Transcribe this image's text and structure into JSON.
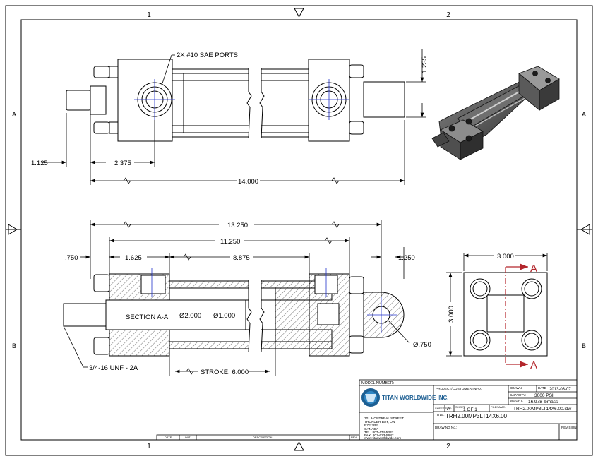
{
  "zones": {
    "col1": "1",
    "col2": "2",
    "rowA": "A",
    "rowB": "B"
  },
  "top_view": {
    "ports_note": "2X #10 SAE PORTS",
    "dim_rod_ext": "1.125",
    "dim_port_loc": "2.375",
    "dim_overall": "14.000",
    "dim_rod_height": "1.235"
  },
  "section_view": {
    "label": "SECTION A-A",
    "dim_overall_13": "13.250",
    "dim_11": "11.250",
    "dim_750": ".750",
    "dim_1625": "1.625",
    "dim_8875": "8.875",
    "dim_1250": "1.250",
    "bore": "Ø2.000",
    "rod": "Ø1.000",
    "pin": "Ø.750",
    "thread": "3/4-16 UNF - 2A",
    "stroke": "STROKE: 6.000"
  },
  "end_view": {
    "width": "3.000",
    "height": "3.000",
    "section_mark": "A"
  },
  "title_block": {
    "model_number": "MODEL NUMBER:",
    "company": "TITAN WORLDWIDE INC.",
    "address": [
      "701 MONTREAL STREET",
      "THUNDER BAY, ON",
      "P7E 3P2",
      "CANADA",
      "TEL: 807-474-5337",
      "FAX: 807-623-5682",
      "www.titanworldwide.com"
    ],
    "project_label": "PROJECT/CUSTOMER INFO:",
    "drawn_label": "DRAWN",
    "date_label": "DATE",
    "date_value": "2013-03-07",
    "capacity_label": "CAPACITY:",
    "capacity_value": "3000 PSI",
    "weight_label": "WEIGHT:",
    "weight_value": "16.978 lbmass",
    "sheet_size_label": "SHEET SIZE:",
    "sheet_size_value": "A",
    "sheet_label": "SHEET:",
    "sheet_value": "1  OF  1",
    "filename_label": "FILENAME:",
    "filename_value": "TRH2.00MP3LT14X6.00.idw",
    "title_label": "TITLE:",
    "title_value": "TRH2.00MP3LT14X6.00",
    "drawing_no_label": "DRAWING No.:",
    "revision_label": "REVISION",
    "rev_cols": [
      "DATE",
      "INIT.",
      "DESCRIPTION",
      "REV."
    ]
  }
}
